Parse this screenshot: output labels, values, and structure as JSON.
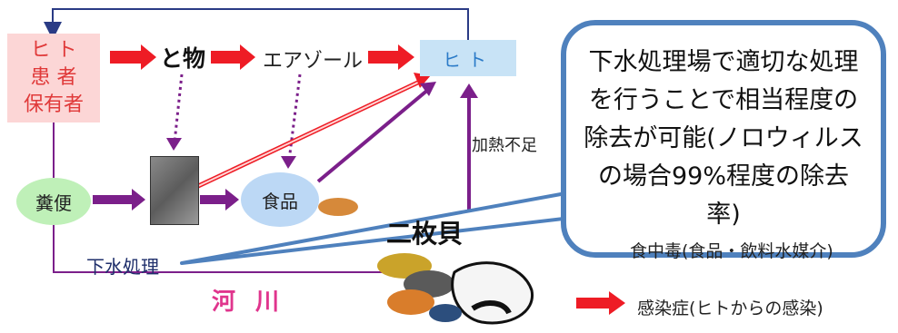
{
  "diagram": {
    "nodes": {
      "patient": {
        "line1": "ヒ ト",
        "line2": "患 者",
        "line3": "保有者"
      },
      "to_butsu": "と物",
      "aerosol": "エアゾール",
      "human_right": "ヒト",
      "feces": "糞便",
      "food": "食品",
      "bivalve": "二枚貝",
      "sewage": "下水処理",
      "river": "河川",
      "heating": "加熱不足"
    },
    "callout": {
      "text": "下水処理場で適切な処理を行うことで相当程度の除去が可能(ノロウィルスの場合99%程度の除去率)"
    },
    "legend": {
      "food_poisoning": "食中毒(食品・飲料水媒介)",
      "infection": "感染症(ヒトからの感染)"
    },
    "colors": {
      "purple": "#7b1f8a",
      "red": "#ee1c25",
      "navy": "#2a3b85",
      "callout_border": "#4f81bd",
      "magenta": "#e03cd8"
    }
  }
}
